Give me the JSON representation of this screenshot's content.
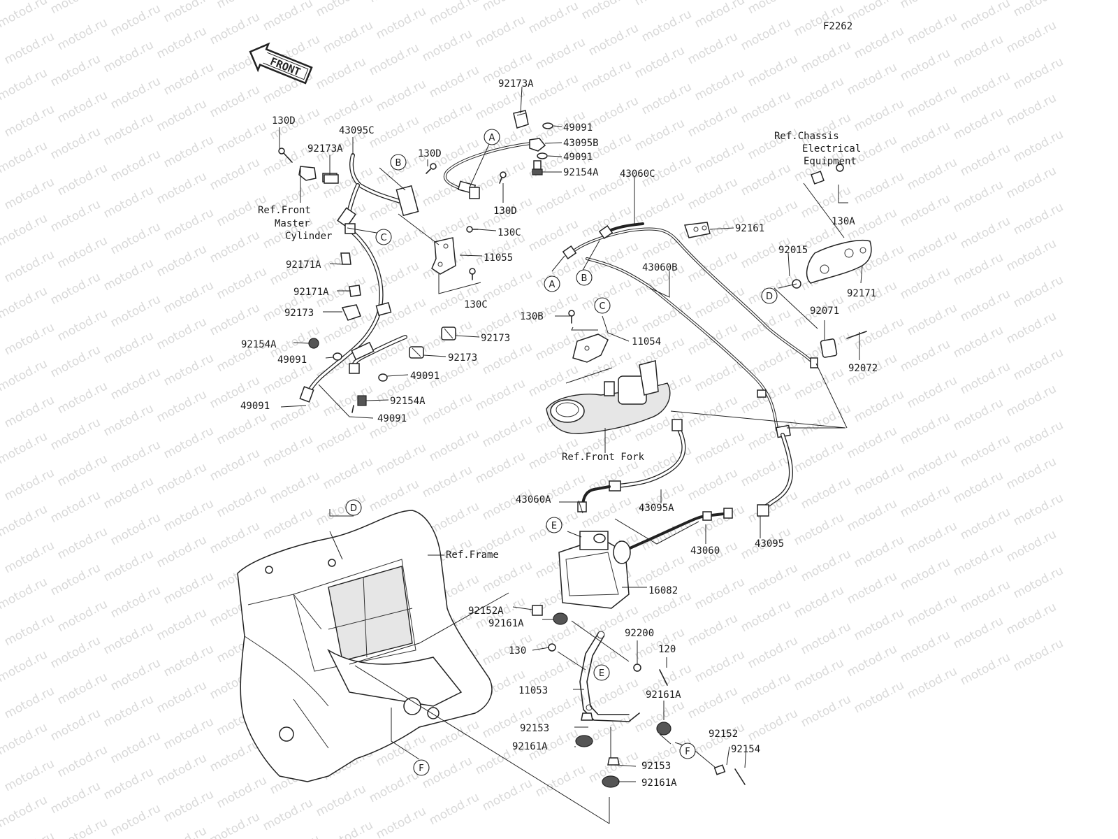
{
  "diagram_code": "F2262",
  "front_arrow": {
    "text": "FRONT"
  },
  "watermark": "motod.ru",
  "refs": {
    "master_cylinder": [
      "Ref.Front",
      "Master",
      "Cylinder"
    ],
    "chassis": [
      "Ref.Chassis",
      "Electrical",
      "Equipment"
    ],
    "front_fork": "Ref.Front Fork",
    "frame": "Ref.Frame"
  },
  "callouts": {
    "a1": "A",
    "a2": "A",
    "b1": "B",
    "b2": "B",
    "c1": "C",
    "c2": "C",
    "d1": "D",
    "d2": "D",
    "e1": "E",
    "e2": "E",
    "f1": "F",
    "f2": "F"
  },
  "parts": {
    "p92173A_top": "92173A",
    "p49091_t1": "49091",
    "p43095B": "43095B",
    "p49091_t2": "49091",
    "p92154A_t": "92154A",
    "p130D_l": "130D",
    "p43095C": "43095C",
    "p92173A_l": "92173A",
    "p130D_m": "130D",
    "p130D_r": "130D",
    "p130C_1": "130C",
    "p11055": "11055",
    "p130C_2": "130C",
    "p92171A_1": "92171A",
    "p92171A_2": "92171A",
    "p92173_l": "92173",
    "p92154A_l": "92154A",
    "p49091_l": "49091",
    "p92173_r1": "92173",
    "p92173_r2": "92173",
    "p49091_m": "49091",
    "p92154A_m": "92154A",
    "p49091_b1": "49091",
    "p49091_b2": "49091",
    "p43060C": "43060C",
    "p92161": "92161",
    "p130A": "130A",
    "p92015": "92015",
    "p92171": "92171",
    "p43060B": "43060B",
    "p130B": "130B",
    "p11054": "11054",
    "p92071": "92071",
    "p92072": "92072",
    "p43060A": "43060A",
    "p43095A": "43095A",
    "p43060": "43060",
    "p43095": "43095",
    "p16082": "16082",
    "p92152A": "92152A",
    "p92161A_1": "92161A",
    "p92200": "92200",
    "p120": "120",
    "p130": "130",
    "p11053": "11053",
    "p92161A_2": "92161A",
    "p92153_1": "92153",
    "p92161A_3": "92161A",
    "p92152": "92152",
    "p92154": "92154",
    "p92153_2": "92153",
    "p92161A_4": "92161A"
  }
}
